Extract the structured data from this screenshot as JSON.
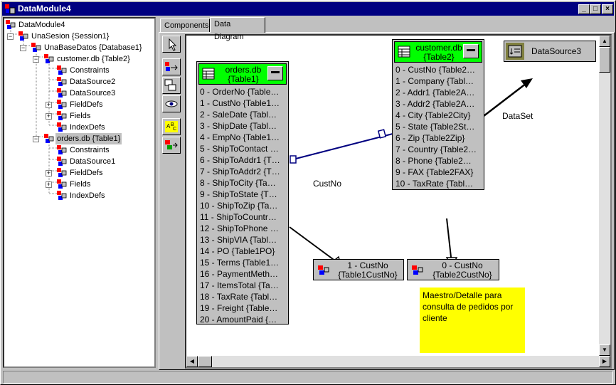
{
  "window": {
    "title": "DataModule4",
    "buttons": [
      "_",
      "□",
      "×"
    ]
  },
  "tree": {
    "nodes": [
      {
        "label": "DataModule4",
        "icon": "datamodule-icon",
        "expander": ""
      },
      {
        "label": "UnaSesion {Session1}",
        "icon": "session-icon",
        "expander": "−"
      },
      {
        "label": "UnaBaseDatos {Database1}",
        "icon": "database-icon",
        "expander": "−"
      },
      {
        "label": "customer.db {Table2}",
        "icon": "table-icon",
        "expander": "−"
      },
      {
        "label": "Constraints",
        "icon": "constraints-icon",
        "expander": ""
      },
      {
        "label": "DataSource2",
        "icon": "datasource-icon",
        "expander": ""
      },
      {
        "label": "DataSource3",
        "icon": "datasource-icon",
        "expander": ""
      },
      {
        "label": "FieldDefs",
        "icon": "fielddefs-icon",
        "expander": "+"
      },
      {
        "label": "Fields",
        "icon": "fields-icon",
        "expander": "+"
      },
      {
        "label": "IndexDefs",
        "icon": "indexdefs-icon",
        "expander": ""
      },
      {
        "label": "orders.db {Table1}",
        "icon": "table-icon",
        "expander": "−"
      },
      {
        "label": "Constraints",
        "icon": "constraints-icon",
        "expander": ""
      },
      {
        "label": "DataSource1",
        "icon": "datasource-icon",
        "expander": ""
      },
      {
        "label": "FieldDefs",
        "icon": "fielddefs-icon",
        "expander": "+"
      },
      {
        "label": "Fields",
        "icon": "fields-icon",
        "expander": "+"
      },
      {
        "label": "IndexDefs",
        "icon": "indexdefs-icon",
        "expander": ""
      }
    ]
  },
  "tabs": [
    {
      "label": "Components"
    },
    {
      "label": "Data Diagram"
    }
  ],
  "toolbar": {
    "tools": [
      "pointer-tool",
      "property-link-tool",
      "master-detail-tool",
      "lookup-tool",
      "comment-tool",
      "allocation-tool"
    ]
  },
  "diagram": {
    "orders": {
      "title": "orders.db",
      "subtitle": "{Table1}",
      "rows": [
        "0 - OrderNo {Table…",
        "1 - CustNo {Table1…",
        "2 - SaleDate {Tabl…",
        "3 - ShipDate {Tabl…",
        "4 - EmpNo {Table1…",
        "5 - ShipToContact …",
        "6 - ShipToAddr1 {T…",
        "7 - ShipToAddr2 {T…",
        "8 - ShipToCity {Ta…",
        "9 - ShipToState {T…",
        "10 - ShipToZip {Ta…",
        "11 - ShipToCountr…",
        "12 - ShipToPhone …",
        "13 - ShipVIA {Tabl…",
        "14 - PO {Table1PO}",
        "15 - Terms {Table1…",
        "16 - PaymentMeth…",
        "17 - ItemsTotal {Ta…",
        "18 - TaxRate {Tabl…",
        "19 - Freight {Table…",
        "20 - AmountPaid {…"
      ]
    },
    "customer": {
      "title": "customer.db",
      "subtitle": "{Table2}",
      "rows": [
        "0 - CustNo {Table2…",
        "1 - Company {Tabl…",
        "2 - Addr1 {Table2A…",
        "3 - Addr2 {Table2A…",
        "4 - City {Table2City}",
        "5 - State {Table2St…",
        "6 - Zip {Table2Zip}",
        "7 - Country {Table2…",
        "8 - Phone {Table2…",
        "9 - FAX {Table2FAX}",
        "10 - TaxRate {Tabl…"
      ]
    },
    "datasource": {
      "label": "DataSource3"
    },
    "dataset_label": "DataSet",
    "custno_label": "CustNo",
    "link1": {
      "line1": "1 - CustNo",
      "line2": "{Table1CustNo}"
    },
    "link2": {
      "line1": "0 - CustNo",
      "line2": "{Table2CustNo}"
    },
    "note": "Maestro/Detalle para consulta de pedidos por cliente",
    "colors": {
      "header": "#00ff00",
      "note": "#ffff00",
      "link": "#000080"
    }
  }
}
